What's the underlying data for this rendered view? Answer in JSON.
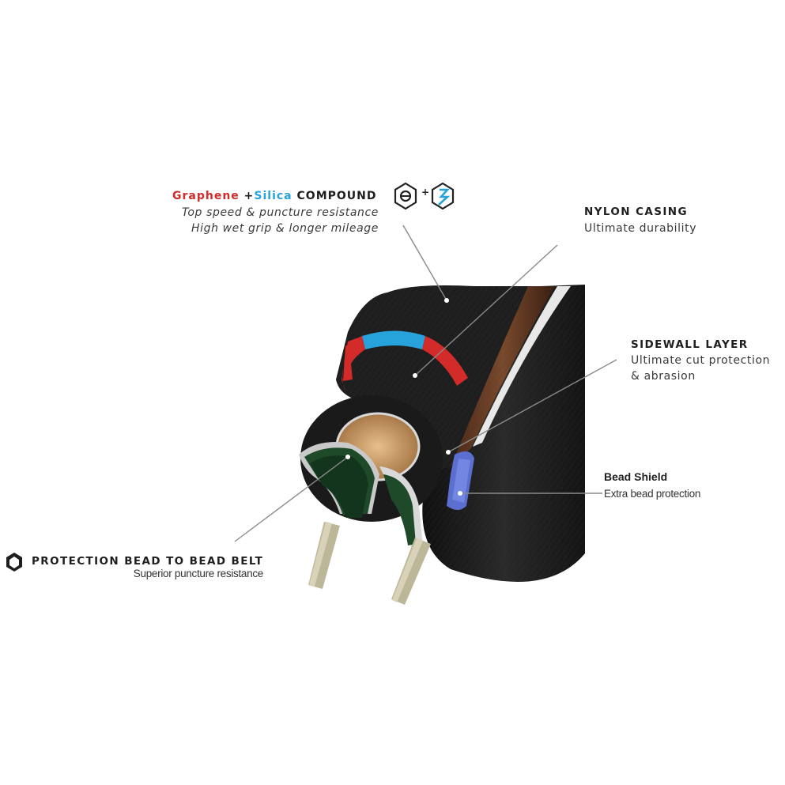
{
  "compound": {
    "word_graphene": "Graphene",
    "word_plus": "+",
    "word_silica": "Silica",
    "word_compound": "COMPOUND",
    "line1": "Top speed & puncture resistance",
    "line2": "High wet grip & longer mileage",
    "badge_plus": "+"
  },
  "nylon": {
    "title": "NYLON CASING",
    "subtitle": "Ultimate durability"
  },
  "sidewall": {
    "title": "SIDEWALL LAYER",
    "line1": "Ultimate cut protection",
    "line2": "& abrasion"
  },
  "bead_shield": {
    "title": "Bead Shield",
    "subtitle": "Extra bead  protection"
  },
  "belt": {
    "title": "PROTECTION BEAD TO BEAD BELT",
    "subtitle": "Superior puncture resistance"
  },
  "colors": {
    "graphene": "#d32a2a",
    "silica": "#27a3dc",
    "text": "#2a2a2a",
    "leader": "#8a8a8a",
    "tire": "#1b1b1b"
  }
}
